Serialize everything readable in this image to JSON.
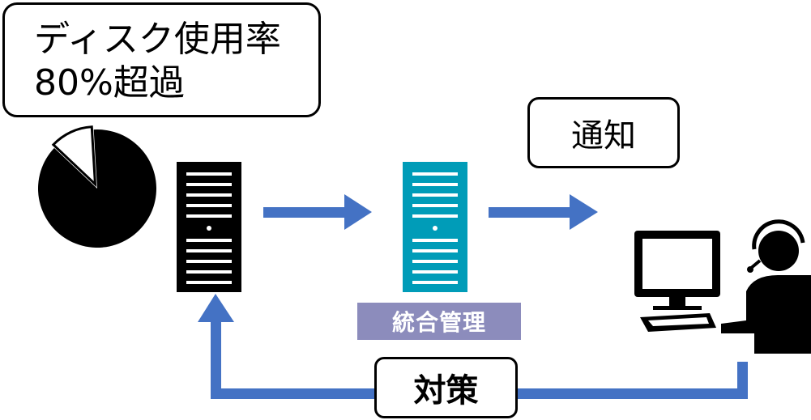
{
  "alert": {
    "line1": "ディスク使用率",
    "line2": "80%超過"
  },
  "notify": {
    "label": "通知"
  },
  "management": {
    "label": "統合管理"
  },
  "action": {
    "label": "対策"
  },
  "colors": {
    "arrow": "#4472c4",
    "server_management": "#009cb8",
    "label_background": "#8c8cbc",
    "server_monitored": "#000000"
  },
  "chart_data": {
    "type": "pie",
    "values": [
      88,
      12
    ]
  }
}
